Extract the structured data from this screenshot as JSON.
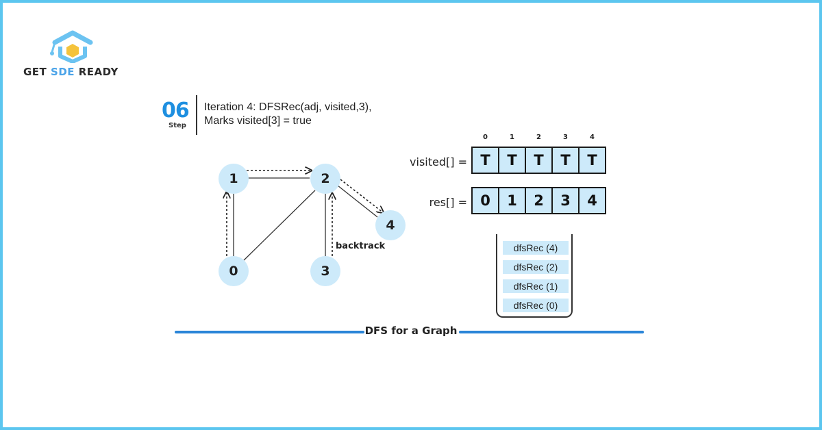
{
  "brand": {
    "prefix": "GET ",
    "accent": "SDE",
    "suffix": " READY",
    "accent_color": "#4aa3e8"
  },
  "step": {
    "number": "06",
    "label": "Step",
    "line1": "Iteration 4: DFSRec(adj, visited,3),",
    "line2": "Marks visited[3] = true"
  },
  "graph": {
    "nodes": [
      {
        "id": "0",
        "label": "0"
      },
      {
        "id": "1",
        "label": "1"
      },
      {
        "id": "2",
        "label": "2"
      },
      {
        "id": "3",
        "label": "3"
      },
      {
        "id": "4",
        "label": "4"
      }
    ],
    "edges": [
      [
        "0",
        "1"
      ],
      [
        "1",
        "2"
      ],
      [
        "0",
        "2"
      ],
      [
        "2",
        "3"
      ],
      [
        "2",
        "4"
      ]
    ],
    "traversal_arrows": [
      [
        "0",
        "1"
      ],
      [
        "1",
        "2"
      ],
      [
        "2",
        "4"
      ],
      [
        "3",
        "2"
      ]
    ],
    "backtrack_label": "backtrack"
  },
  "arrays": {
    "indices": [
      "0",
      "1",
      "2",
      "3",
      "4"
    ],
    "visited_label": "visited[] =",
    "visited": [
      "T",
      "T",
      "T",
      "T",
      "T"
    ],
    "res_label": "res[] =",
    "res": [
      "0",
      "1",
      "2",
      "3",
      "4"
    ]
  },
  "call_stack": [
    "dfsRec (4)",
    "dfsRec (2)",
    "dfsRec (1)",
    "dfsRec (0)"
  ],
  "caption": "DFS for a Graph",
  "colors": {
    "frame": "#5cc6ef",
    "node_fill": "#cdeafa",
    "step_number": "#1e8fe0",
    "bar": "#2a85d8"
  }
}
